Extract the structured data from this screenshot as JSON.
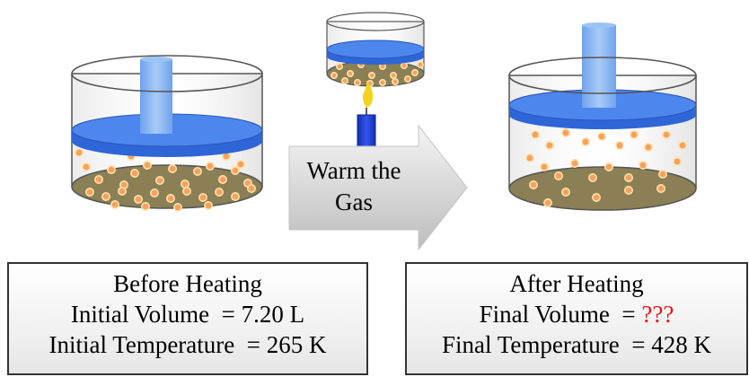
{
  "arrow": {
    "line1": "Warm the",
    "line2": "Gas"
  },
  "before": {
    "title": "Before Heating",
    "volume_label": "Initial Volume",
    "volume_value": "7.20 L",
    "temp_label": "Initial Temperature",
    "temp_value": "265 K"
  },
  "after": {
    "title": "After Heating",
    "volume_label": "Final Volume",
    "volume_value": "???",
    "temp_label": "Final Temperature",
    "temp_value": "428 K"
  },
  "colors": {
    "piston": "#3f7fe6",
    "rod": "#7fb2f0",
    "gas_floor": "#8a7f55",
    "particle": "#f7a060",
    "flame": "#f5d21d",
    "candle": "#1f3fd8",
    "unknown": "#ee1111"
  }
}
